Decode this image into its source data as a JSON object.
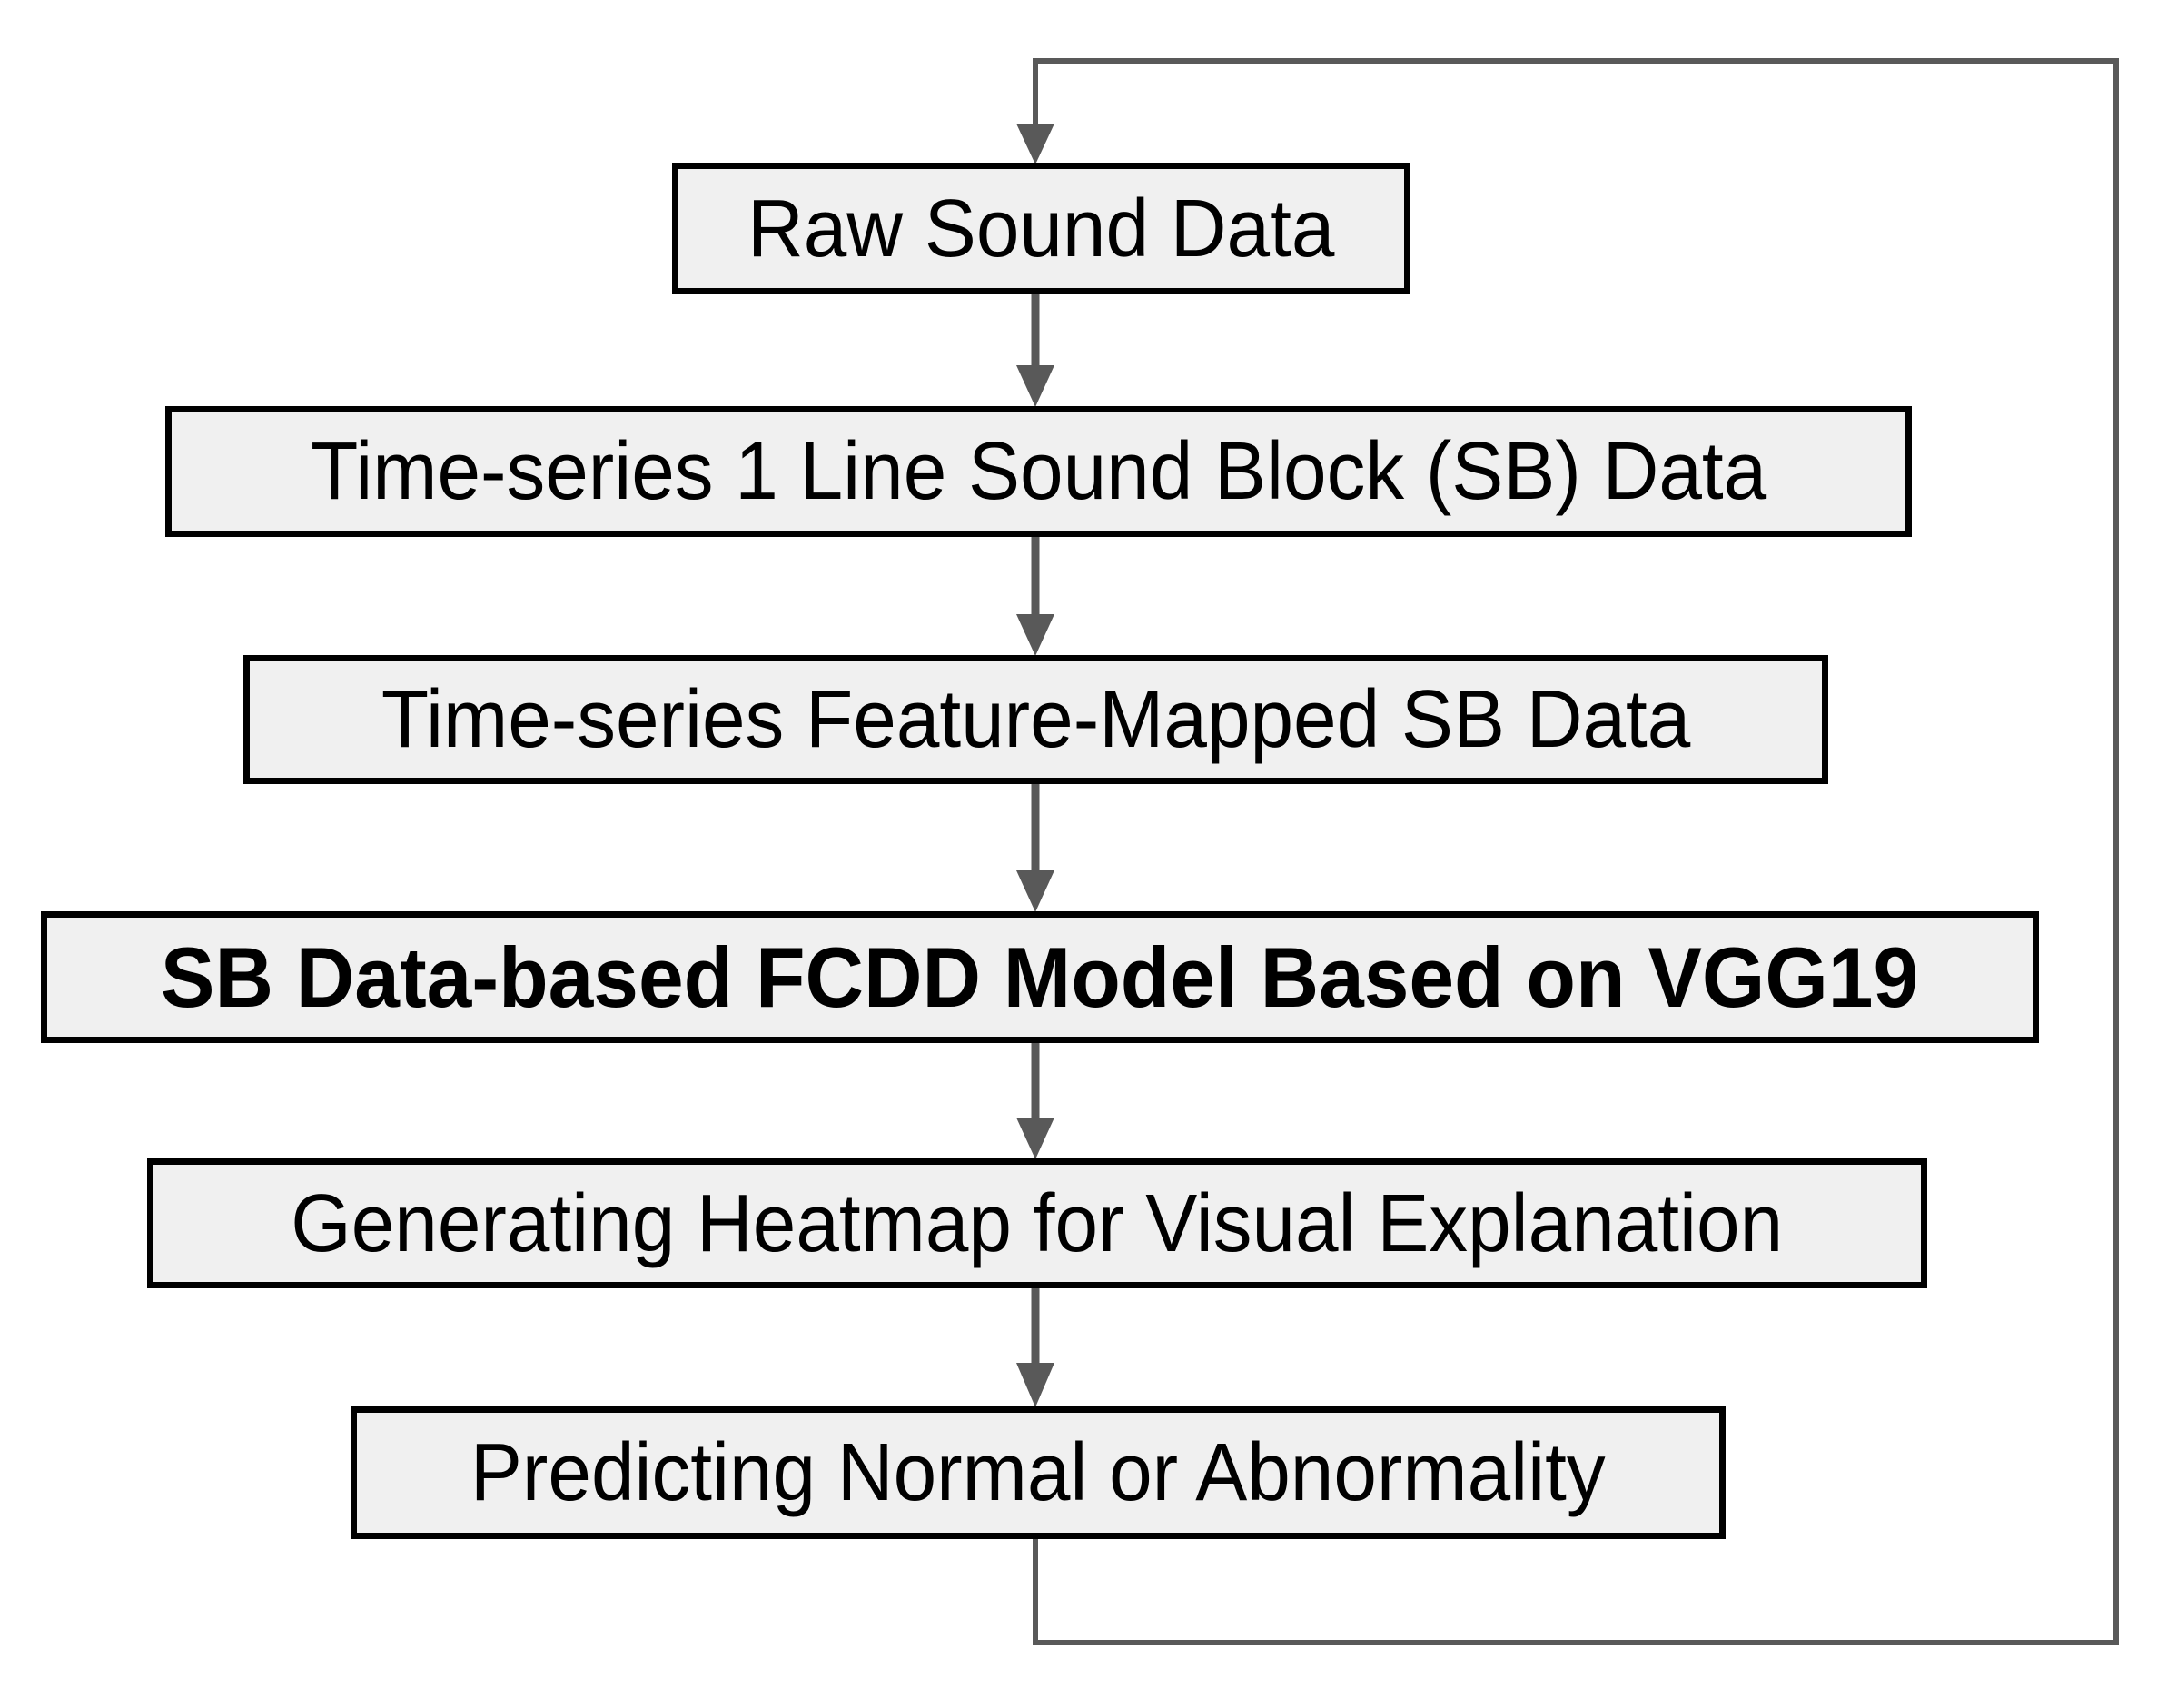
{
  "diagram": {
    "title": "",
    "type": "flowchart",
    "nodes": [
      {
        "id": "raw-sound-data",
        "label": "Raw Sound Data",
        "emphasis": "normal"
      },
      {
        "id": "sb-data",
        "label": "Time-series 1 Line Sound Block (SB) Data",
        "emphasis": "normal"
      },
      {
        "id": "feature-mapped-sb",
        "label": "Time-series Feature-Mapped SB Data",
        "emphasis": "normal"
      },
      {
        "id": "fcdd-model",
        "label": "SB Data-based FCDD Model Based on VGG19",
        "emphasis": "bold"
      },
      {
        "id": "heatmap",
        "label": "Generating Heatmap for Visual Explanation",
        "emphasis": "normal"
      },
      {
        "id": "prediction",
        "label": "Predicting Normal or Abnormality",
        "emphasis": "normal"
      }
    ],
    "edges": [
      {
        "from": "raw-sound-data",
        "to": "sb-data",
        "type": "arrow-down"
      },
      {
        "from": "sb-data",
        "to": "feature-mapped-sb",
        "type": "arrow-down"
      },
      {
        "from": "feature-mapped-sb",
        "to": "fcdd-model",
        "type": "arrow-down"
      },
      {
        "from": "fcdd-model",
        "to": "heatmap",
        "type": "arrow-down"
      },
      {
        "from": "heatmap",
        "to": "prediction",
        "type": "arrow-down"
      },
      {
        "from": "prediction",
        "to": "raw-sound-data",
        "type": "feedback-loop-right-side"
      }
    ],
    "colors": {
      "background": "#ffffff",
      "box_fill": "#f0f0f0",
      "box_border": "#000000",
      "arrow": "#595959",
      "text": "#000000"
    }
  }
}
